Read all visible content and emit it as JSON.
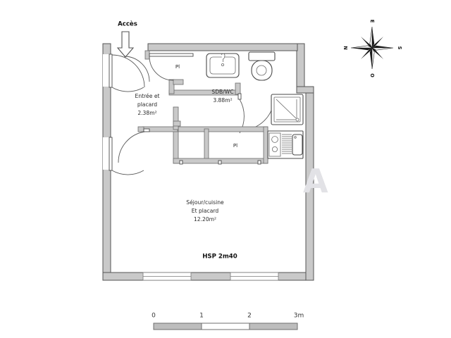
{
  "plan": {
    "access_label": "Accès",
    "ceiling_height_label": "HSP 2m40",
    "rooms": [
      {
        "name": "entry",
        "label": "Entrée et",
        "label2": "placard",
        "area": "2.38m²"
      },
      {
        "name": "bathroom",
        "label": "SDB/WC",
        "label2": "",
        "area": "3.88m²"
      },
      {
        "name": "living",
        "label": "Séjour/cuisine",
        "label2": "Et  placard",
        "area": "12.20m²"
      }
    ],
    "closets": [
      {
        "name": "closet-entry",
        "label": "Pl"
      },
      {
        "name": "closet-living",
        "label": "Pl"
      }
    ],
    "watermark": "A"
  },
  "compass": {
    "north": "N",
    "east": "E",
    "south": "S",
    "west": "O"
  },
  "scale": {
    "ticks": [
      "0",
      "1",
      "2",
      "3m"
    ]
  },
  "colors": {
    "wall_fill": "#c9c9c9",
    "wall_stroke": "#555555",
    "text": "#2a2a2a",
    "scalebar_dark": "#bdbdbd",
    "scalebar_light": "#ffffff"
  }
}
